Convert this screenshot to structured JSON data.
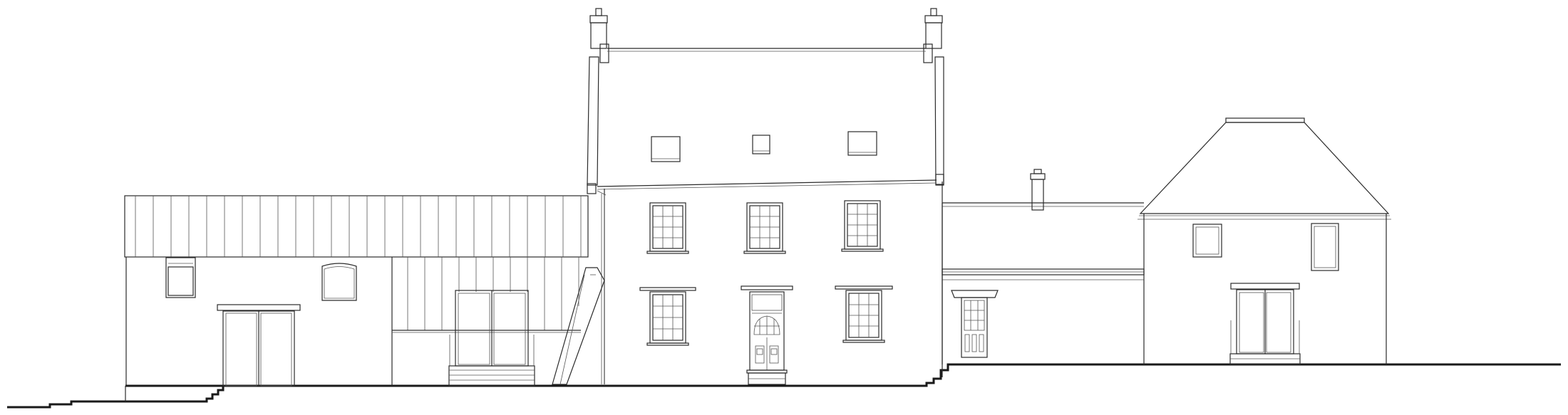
{
  "drawing": {
    "type": "architectural-elevation",
    "line_color": "#2b2b2b",
    "background": "#ffffff",
    "parts": [
      "left-barn-wing",
      "main-house",
      "link-wing",
      "right-pavilion"
    ]
  }
}
